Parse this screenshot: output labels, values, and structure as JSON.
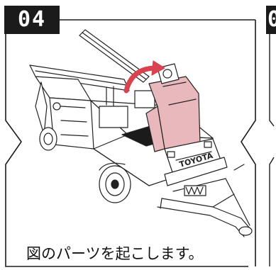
{
  "step": {
    "number": "04",
    "next_number_partial": "0"
  },
  "instruction": {
    "text": "図のパーツを起こします。"
  },
  "illustration": {
    "subject": "pickup-truck-with-trailer",
    "highlight_color": "#e9b8bd",
    "arrow_color": "#d9434f",
    "plate_text": "TOYOTA"
  },
  "colors": {
    "frame": "#1b1b1b",
    "line": "#222222",
    "background": "#ffffff"
  }
}
